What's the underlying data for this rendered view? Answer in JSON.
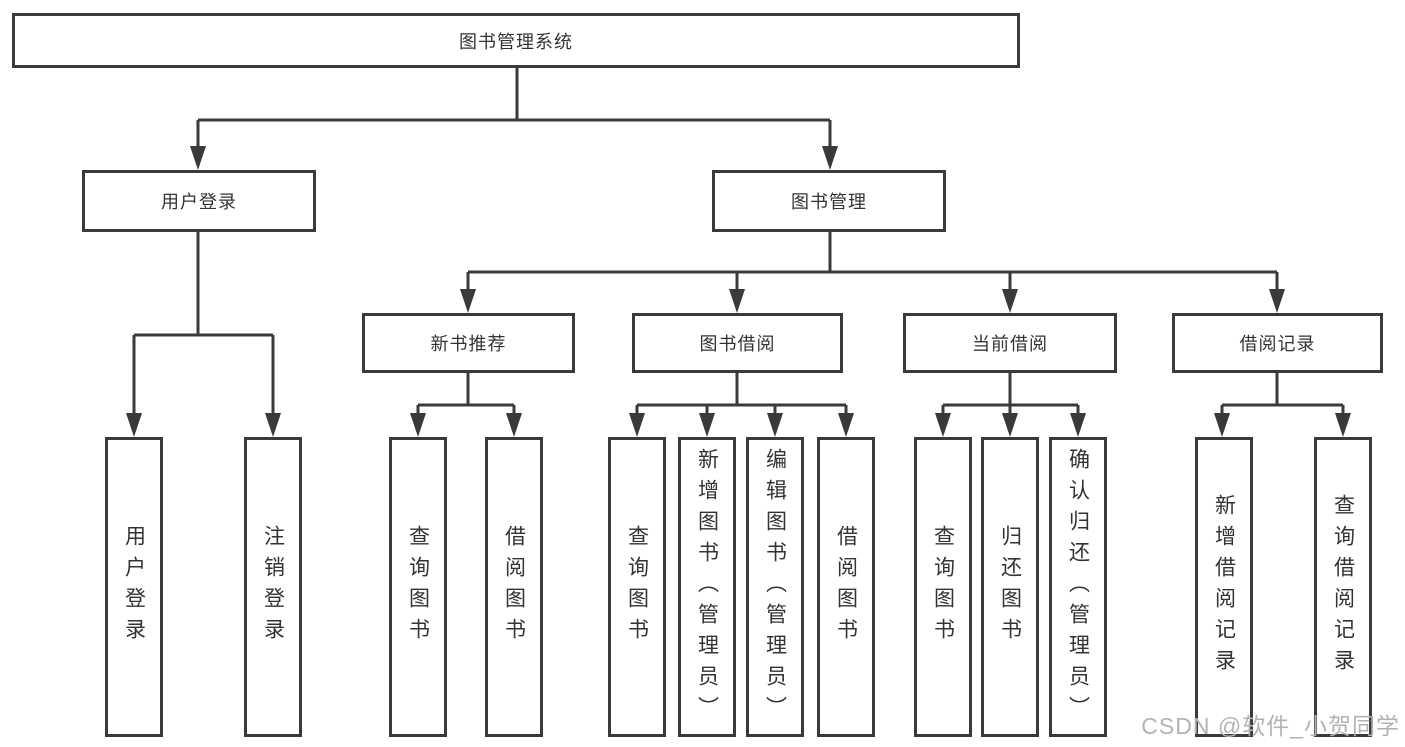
{
  "colors": {
    "background": "#ffffff",
    "line": "#3a3a3a",
    "box_border": "#3a3a3a",
    "text": "#333333",
    "watermark": "#b3b3b3"
  },
  "watermark": {
    "text": "CSDN @软件_小贺同学"
  },
  "tree": {
    "label": "图书管理系统",
    "children": [
      {
        "label": "用户登录",
        "children": [
          {
            "label": "用户登录"
          },
          {
            "label": "注销登录"
          }
        ]
      },
      {
        "label": "图书管理",
        "children": [
          {
            "label": "新书推荐",
            "children": [
              {
                "label": "查询图书"
              },
              {
                "label": "借阅图书"
              }
            ]
          },
          {
            "label": "图书借阅",
            "children": [
              {
                "label": "查询图书"
              },
              {
                "label": "新增图书（管理员）"
              },
              {
                "label": "编辑图书（管理员）"
              },
              {
                "label": "借阅图书"
              }
            ]
          },
          {
            "label": "当前借阅",
            "children": [
              {
                "label": "查询图书"
              },
              {
                "label": "归还图书"
              },
              {
                "label": "确认归还（管理员）"
              }
            ]
          },
          {
            "label": "借阅记录",
            "children": [
              {
                "label": "新增借阅记录"
              },
              {
                "label": "查询借阅记录"
              }
            ]
          }
        ]
      }
    ]
  }
}
